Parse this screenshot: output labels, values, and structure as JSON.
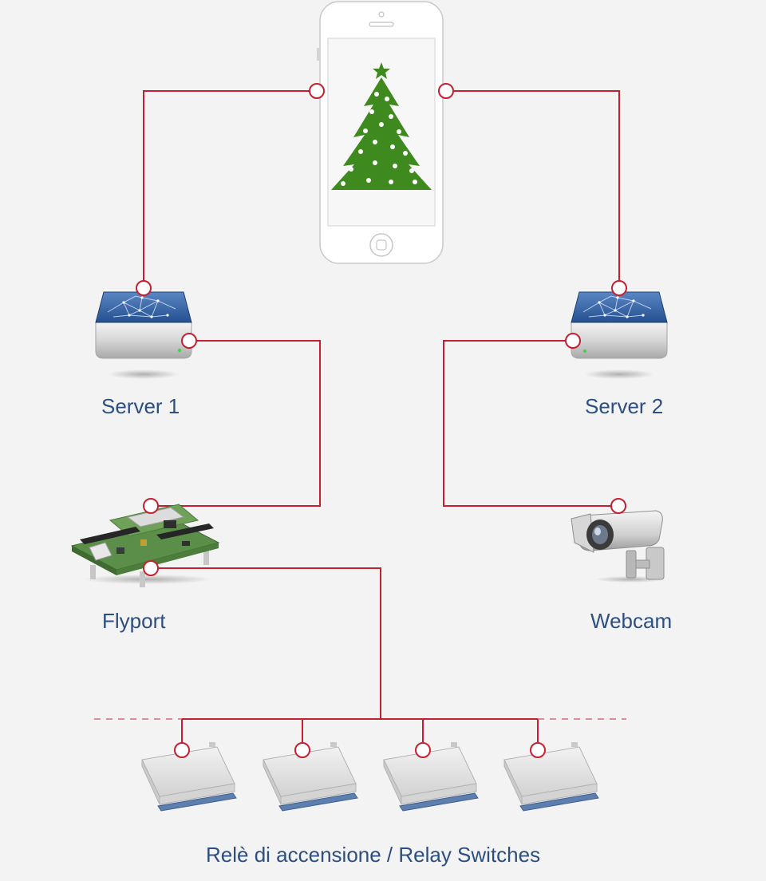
{
  "colors": {
    "wire": "#c4202f",
    "label": "#2d4f80",
    "tree": "#3e8a1e",
    "background": "#f3f3f3"
  },
  "icons": {
    "phone": "smartphone-icon",
    "server": "network-server-icon",
    "board": "flyport-board-icon",
    "camera": "security-camera-icon",
    "relay": "relay-module-icon",
    "tree": "christmas-tree-icon"
  },
  "labels": {
    "server1": "Server 1",
    "server2": "Server 2",
    "flyport": "Flyport",
    "webcam": "Webcam",
    "relays": "Relè di accensione / Relay Switches"
  }
}
